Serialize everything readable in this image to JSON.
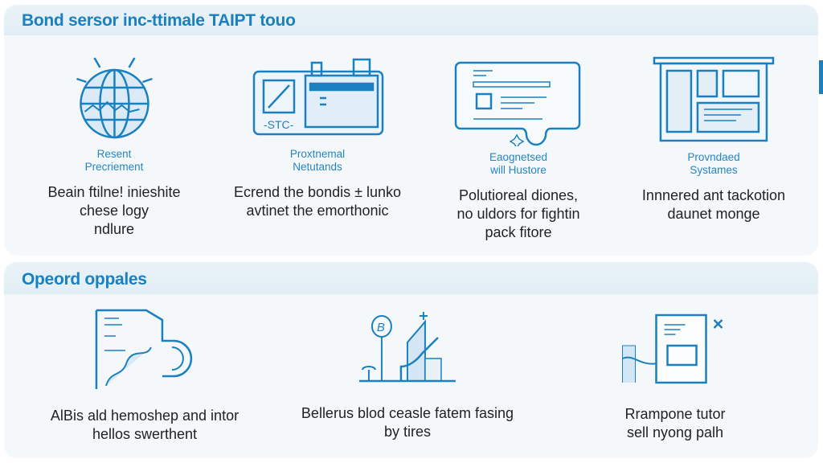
{
  "section1": {
    "title": "Bond sersor inc-ttimale TAIPT touo",
    "items": [
      {
        "icon": "globe-icon",
        "subtitle": [
          "Resent",
          "Precriement"
        ],
        "body": [
          "Beain ftilne! inieshite",
          "chese logy",
          "ndlure"
        ]
      },
      {
        "icon": "dashboard-icon",
        "subtitle": [
          "Proxtnemal",
          "Netutands"
        ],
        "body": [
          "Ecrend the bondis ± lunko",
          "avtinet the emorthonic"
        ]
      },
      {
        "icon": "chat-window-icon",
        "subtitle": [
          "Eaognetsed",
          "will Hustore"
        ],
        "body": [
          "Polutioreal diones,",
          "no uldors for fightin",
          "pack fitore"
        ]
      },
      {
        "icon": "layout-board-icon",
        "subtitle": [
          "Provndaed",
          "Systames"
        ],
        "body": [
          "Innnered ant tackotion",
          "daunet monge"
        ]
      }
    ]
  },
  "section2": {
    "title": "Opeord oppales",
    "items": [
      {
        "icon": "document-hand-icon",
        "body": [
          "AlBis ald hemoshep and intor",
          "hellos swerthent"
        ]
      },
      {
        "icon": "city-growth-icon",
        "body": [
          "Bellerus blod ceasle fatem fasing",
          "by tires"
        ]
      },
      {
        "icon": "document-chart-icon",
        "body": [
          "Rrampone tutor",
          "sell nyong palh"
        ]
      }
    ]
  },
  "colors": {
    "accent": "#1b80c0",
    "header_bg": "#e3eff7",
    "panel_bg": "#f5f8fa"
  }
}
